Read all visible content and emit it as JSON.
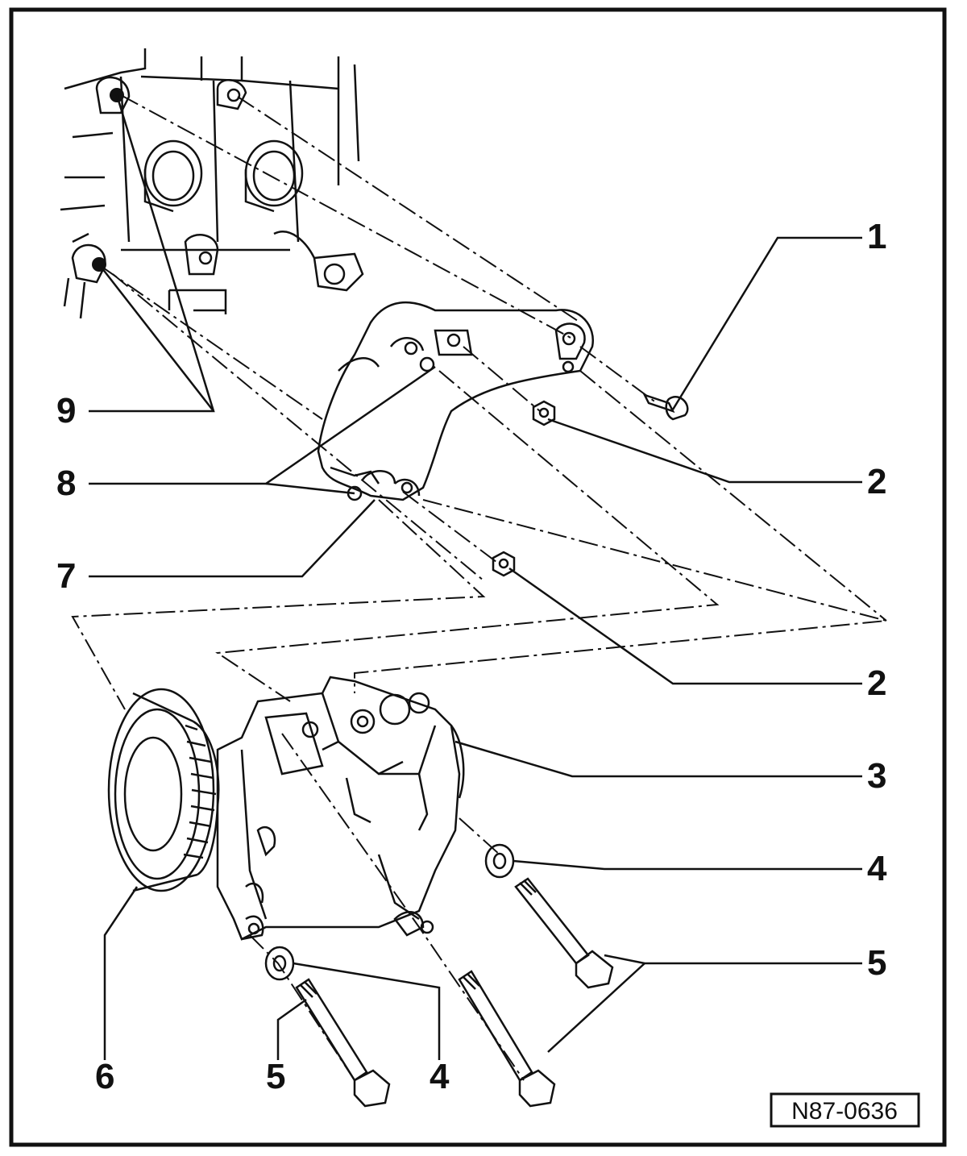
{
  "figure_id": "N87-0636",
  "callouts": {
    "c1": "1",
    "c2a": "2",
    "c2b": "2",
    "c3": "3",
    "c4a": "4",
    "c4b": "4",
    "c5a": "5",
    "c5b": "5",
    "c6": "6",
    "c7": "7",
    "c8": "8",
    "c9": "9"
  },
  "colors": {
    "ink": "#111111",
    "paper": "#ffffff"
  }
}
